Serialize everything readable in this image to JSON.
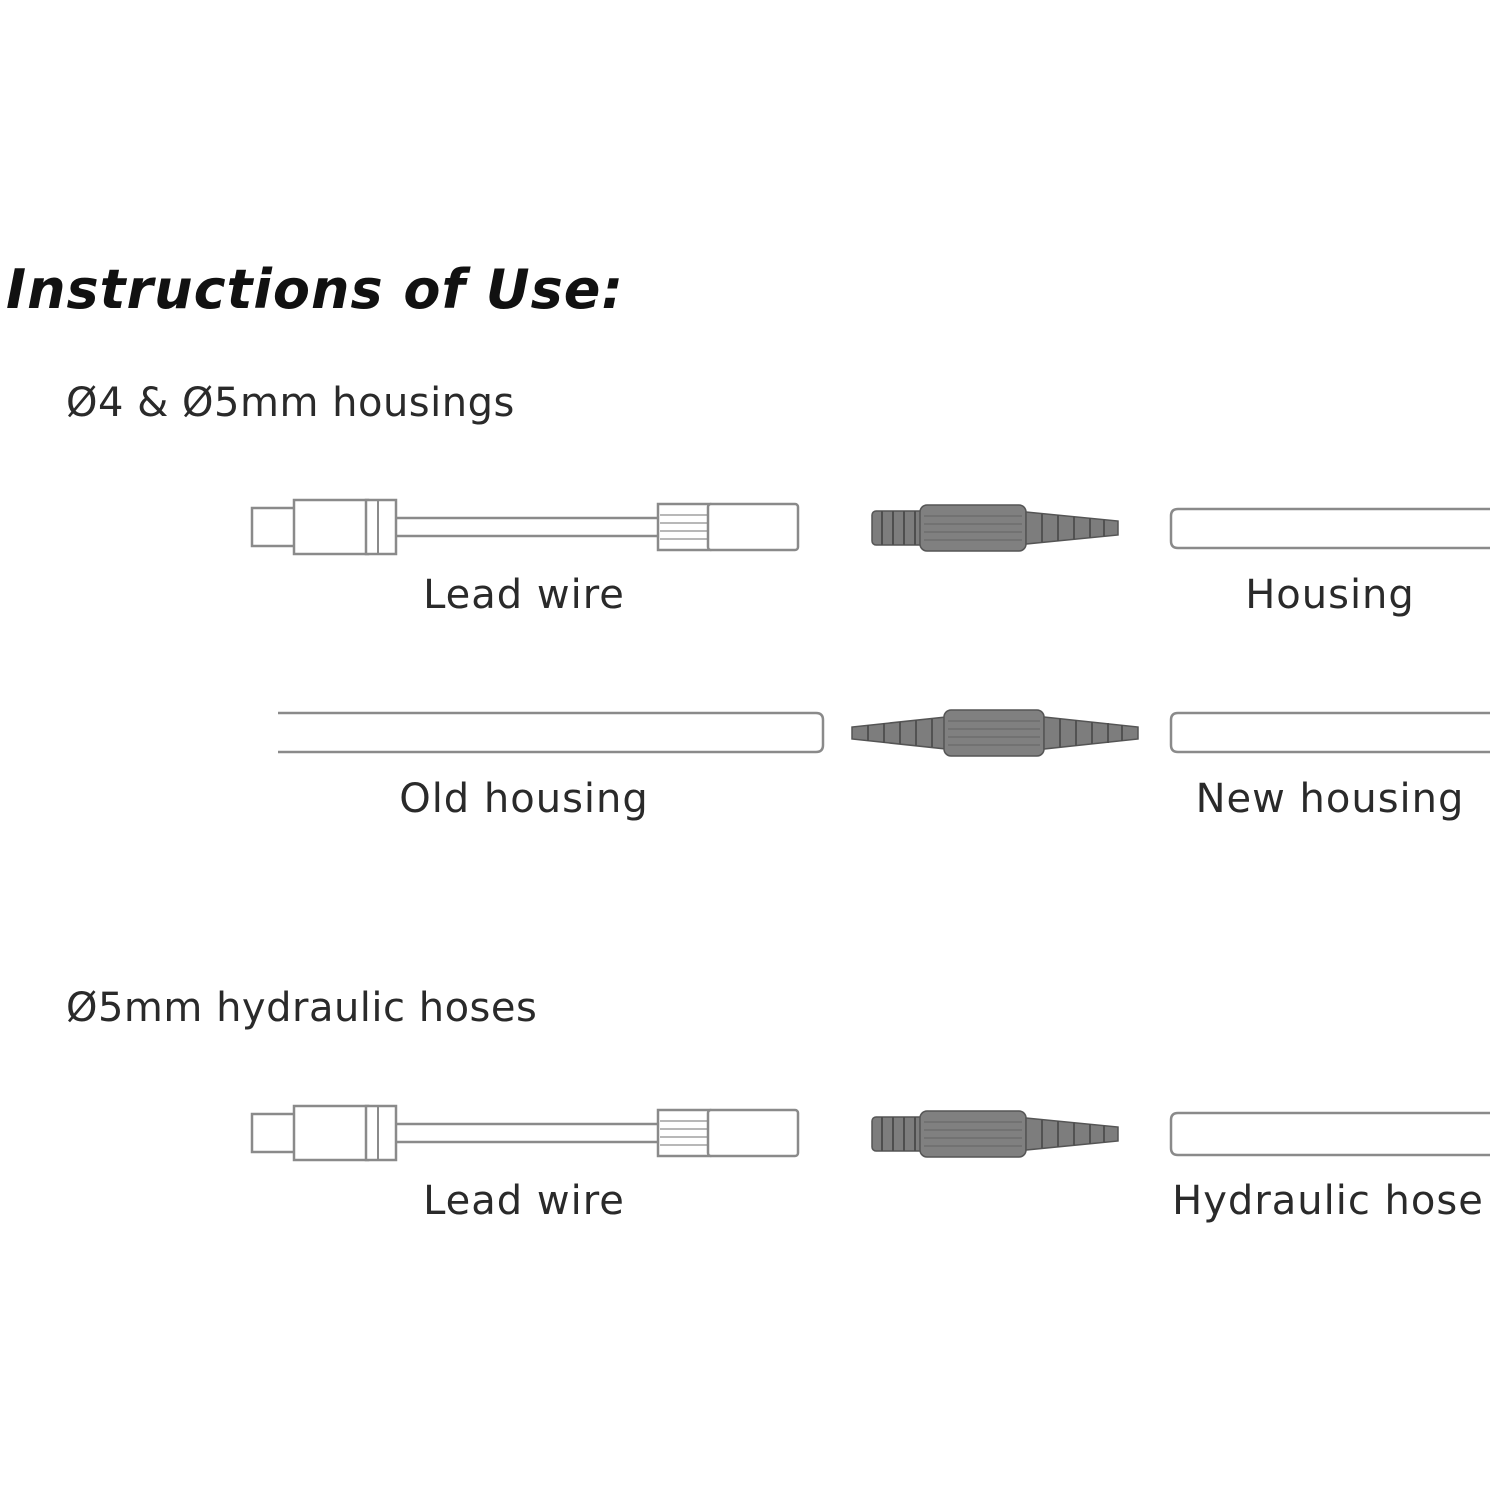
{
  "title": "Instructions of Use:",
  "sections": [
    {
      "heading": "Ø4 & Ø5mm housings",
      "rows": [
        {
          "left_label": "Lead wire",
          "right_label": "Housing"
        },
        {
          "left_label": "Old housing",
          "right_label": "New housing"
        }
      ]
    },
    {
      "heading": "Ø5mm hydraulic hoses",
      "rows": [
        {
          "left_label": "Lead wire",
          "right_label": "Hydraulic hose"
        }
      ]
    }
  ],
  "colors": {
    "outline": "#8a8a8a",
    "connector_fill": "#7d7d7d",
    "connector_dark": "#5a5a5a",
    "text": "#2a2a2a"
  }
}
